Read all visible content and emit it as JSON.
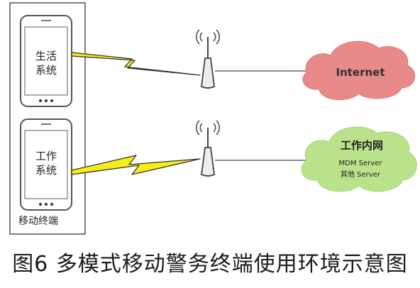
{
  "devices": {
    "group_label": "移动终端",
    "phone_top": {
      "line1": "生活",
      "line2": "系统"
    },
    "phone_bottom": {
      "line1": "工作",
      "line2": "系统"
    }
  },
  "networks": {
    "internet": {
      "label": "Internet",
      "color": "#e88a8a"
    },
    "intranet": {
      "label": "工作内网",
      "sub1": "MDM Server",
      "sub2": "其他 Server",
      "color": "#b9e28a"
    }
  },
  "colors": {
    "bolt": "#f6ec16",
    "line": "#666666",
    "phone_border": "#555555"
  },
  "caption": "图6  多模式移动警务终端使用环境示意图"
}
